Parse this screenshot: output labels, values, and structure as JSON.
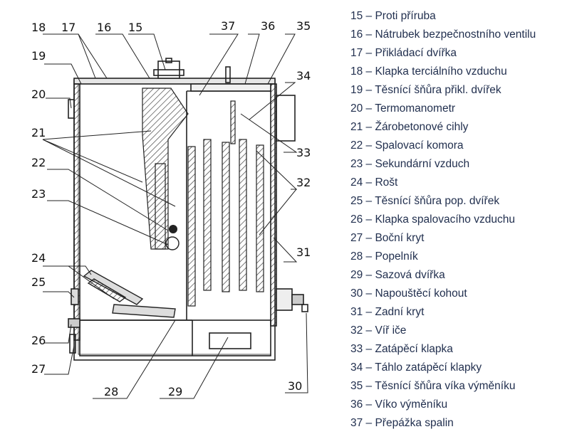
{
  "callouts": {
    "n15": "15",
    "n16": "16",
    "n17": "17",
    "n18": "18",
    "n19": "19",
    "n20": "20",
    "n21": "21",
    "n22": "22",
    "n23": "23",
    "n24": "24",
    "n25": "25",
    "n26": "26",
    "n27": "27",
    "n28": "28",
    "n29": "29",
    "n30": "30",
    "n31": "31",
    "n32": "32",
    "n33": "33",
    "n34": "34",
    "n35": "35",
    "n36": "36",
    "n37": "37"
  },
  "legend": [
    "15 – Proti příruba",
    "16 – Nátrubek bezpečnostního ventilu",
    "17 – Přikládací dvířka",
    "18 – Klapka terciálního vzduchu",
    "19 – Těsnící šňůra přikl. dvířek",
    "20 – Termomanometr",
    "21 – Žárobetonové cihly",
    "22 – Spalovací komora",
    "23 – Sekundární vzduch",
    "24 – Rošt",
    "25 – Těsnící šňůra pop. dvířek",
    "26 – Klapka spalovacího vzduchu",
    "27 – Boční kryt",
    "28 – Popelník",
    "29 – Sazová dvířka",
    "30 – Napouštěcí kohout",
    "31 – Zadní kryt",
    "32 – Víř iče",
    "33 – Zatápěcí klapka",
    "34 – Táhlo zatápěcí klapky",
    "35 – Těsnící šňůra víka výměníku",
    "36 – Víko výměníku",
    "37 – Přepážka spalin"
  ],
  "colors": {
    "legend_text": "#22304f",
    "line": "#222222"
  }
}
